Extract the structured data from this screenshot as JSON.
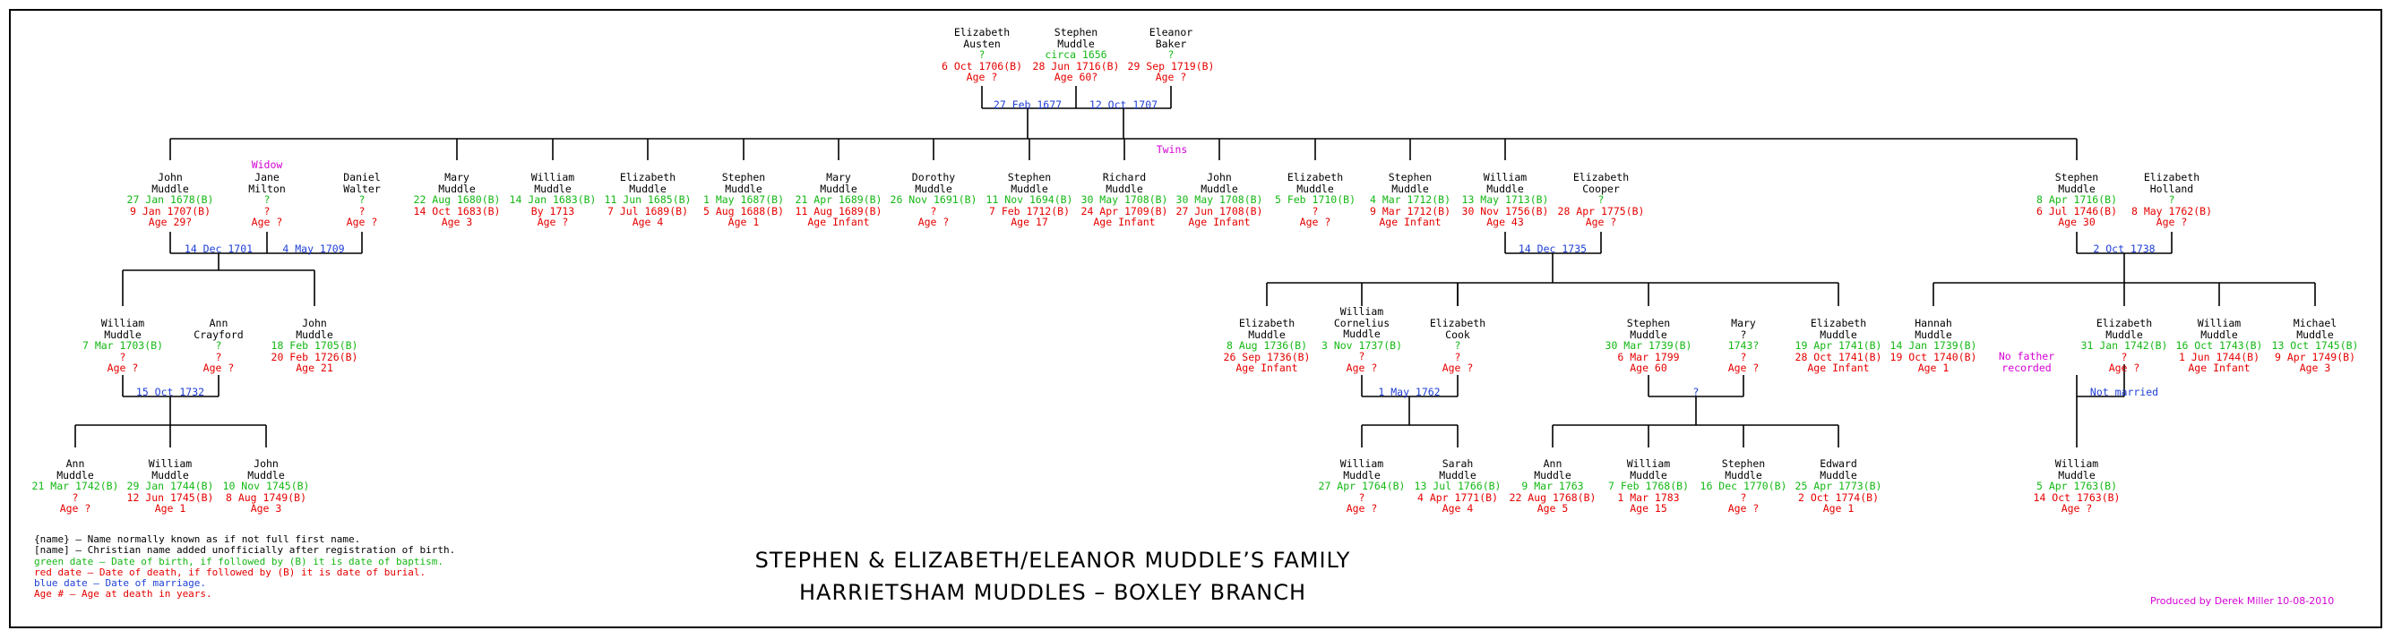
{
  "title": {
    "line1": "STEPHEN & ELIZABETH/ELEANOR MUDDLE’S FAMILY",
    "line2": "HARRIETSHAM MUDDLES – BOXLEY BRANCH"
  },
  "legend": [
    {
      "text": "{name} – Name normally known as if not full first name.",
      "color": "#000000"
    },
    {
      "text": "[name] – Christian name added unofficially after registration of birth.",
      "color": "#000000"
    },
    {
      "text": "green date – Date of birth, if followed by (B) it is date of baptism.",
      "color": "#14b814"
    },
    {
      "text": "red date – Date of death, if followed by (B) it is date of burial.",
      "color": "#e60000"
    },
    {
      "text": "blue date – Date of marriage.",
      "color": "#1f3fd6"
    },
    {
      "text": "Age # – Age at death in years.",
      "color": "#e60000"
    }
  ],
  "credit": "Produced by Derek Miller 10-08-2010",
  "annotations": {
    "twins": "Twins",
    "widow": "Widow",
    "no_father": [
      "No father",
      "recorded"
    ]
  },
  "people": [
    {
      "id": "eliz_austen",
      "names": [
        "Elizabeth",
        "Austen"
      ],
      "birth": "?",
      "death": "6 Oct 1706(B)",
      "age": "Age ?"
    },
    {
      "id": "stephen_sr",
      "names": [
        "Stephen",
        "Muddle"
      ],
      "birth": "circa 1656",
      "death": "28 Jun 1716(B)",
      "age": "Age 60?"
    },
    {
      "id": "eleanor_baker",
      "names": [
        "Eleanor",
        "Baker"
      ],
      "birth": "?",
      "death": "29 Sep 1719(B)",
      "age": "Age ?"
    },
    {
      "id": "john_1678",
      "names": [
        "John",
        "Muddle"
      ],
      "birth": "27 Jan 1678(B)",
      "death": "9 Jan 1707(B)",
      "age": "Age 29?"
    },
    {
      "id": "jane_milton",
      "names": [
        "Jane",
        "Milton"
      ],
      "birth": "?",
      "death": "?",
      "age": "Age ?"
    },
    {
      "id": "daniel_walter",
      "names": [
        "Daniel",
        "Walter"
      ],
      "birth": "?",
      "death": "?",
      "age": "Age ?"
    },
    {
      "id": "mary_1680",
      "names": [
        "Mary",
        "Muddle"
      ],
      "birth": "22 Aug 1680(B)",
      "death": "14 Oct 1683(B)",
      "age": "Age 3"
    },
    {
      "id": "william_1683",
      "names": [
        "William",
        "Muddle"
      ],
      "birth": "14 Jan 1683(B)",
      "death": "By 1713",
      "age": "Age ?"
    },
    {
      "id": "eliz_1685",
      "names": [
        "Elizabeth",
        "Muddle"
      ],
      "birth": "11 Jun 1685(B)",
      "death": "7 Jul 1689(B)",
      "age": "Age 4"
    },
    {
      "id": "stephen_1687",
      "names": [
        "Stephen",
        "Muddle"
      ],
      "birth": "1 May 1687(B)",
      "death": "5 Aug 1688(B)",
      "age": "Age 1"
    },
    {
      "id": "mary_1689",
      "names": [
        "Mary",
        "Muddle"
      ],
      "birth": "21 Apr 1689(B)",
      "death": "11 Aug 1689(B)",
      "age": "Age Infant"
    },
    {
      "id": "dorothy_1691",
      "names": [
        "Dorothy",
        "Muddle"
      ],
      "birth": "26 Nov 1691(B)",
      "death": "?",
      "age": "Age ?"
    },
    {
      "id": "stephen_1694",
      "names": [
        "Stephen",
        "Muddle"
      ],
      "birth": "11 Nov 1694(B)",
      "death": "7 Feb 1712(B)",
      "age": "Age 17"
    },
    {
      "id": "richard_1708",
      "names": [
        "Richard",
        "Muddle"
      ],
      "birth": "30 May 1708(B)",
      "death": "24 Apr 1709(B)",
      "age": "Age Infant"
    },
    {
      "id": "john_1708",
      "names": [
        "John",
        "Muddle"
      ],
      "birth": "30 May 1708(B)",
      "death": "27 Jun 1708(B)",
      "age": "Age Infant"
    },
    {
      "id": "eliz_1710",
      "names": [
        "Elizabeth",
        "Muddle"
      ],
      "birth": "5 Feb 1710(B)",
      "death": "?",
      "age": "Age ?"
    },
    {
      "id": "stephen_1712",
      "names": [
        "Stephen",
        "Muddle"
      ],
      "birth": "4 Mar 1712(B)",
      "death": "9 Mar 1712(B)",
      "age": "Age Infant"
    },
    {
      "id": "william_1713",
      "names": [
        "William",
        "Muddle"
      ],
      "birth": "13 May 1713(B)",
      "death": "30 Nov 1756(B)",
      "age": "Age 43"
    },
    {
      "id": "eliz_cooper",
      "names": [
        "Elizabeth",
        "Cooper"
      ],
      "birth": "?",
      "death": "28 Apr 1775(B)",
      "age": "Age ?"
    },
    {
      "id": "stephen_1716",
      "names": [
        "Stephen",
        "Muddle"
      ],
      "birth": "8 Apr 1716(B)",
      "death": "6 Jul 1746(B)",
      "age": "Age 30"
    },
    {
      "id": "eliz_holland",
      "names": [
        "Elizabeth",
        "Holland"
      ],
      "birth": "?",
      "death": "8 May 1762(B)",
      "age": "Age ?"
    },
    {
      "id": "william_1703",
      "names": [
        "William",
        "Muddle"
      ],
      "birth": "7 Mar 1703(B)",
      "death": "?",
      "age": "Age ?"
    },
    {
      "id": "ann_crayford",
      "names": [
        "Ann",
        "Crayford"
      ],
      "birth": "?",
      "death": "?",
      "age": "Age ?"
    },
    {
      "id": "john_1705",
      "names": [
        "John",
        "Muddle"
      ],
      "birth": "18 Feb 1705(B)",
      "death": "20 Feb 1726(B)",
      "age": "Age 21"
    },
    {
      "id": "eliz_1736",
      "names": [
        "Elizabeth",
        "Muddle"
      ],
      "birth": "8 Aug 1736(B)",
      "death": "26 Sep 1736(B)",
      "age": "Age Infant"
    },
    {
      "id": "william_c_1737",
      "names": [
        "William",
        "Cornelius",
        "Muddle"
      ],
      "birth": "3 Nov 1737(B)",
      "death": "?",
      "age": "Age ?"
    },
    {
      "id": "eliz_cook",
      "names": [
        "Elizabeth",
        "Cook"
      ],
      "birth": "?",
      "death": "?",
      "age": "Age ?"
    },
    {
      "id": "stephen_1739",
      "names": [
        "Stephen",
        "Muddle"
      ],
      "birth": "30 Mar 1739(B)",
      "death": "6 Mar 1799",
      "age": "Age 60"
    },
    {
      "id": "mary_q",
      "names": [
        "Mary",
        "?"
      ],
      "birth": "1743?",
      "death": "?",
      "age": "Age ?"
    },
    {
      "id": "eliz_1741",
      "names": [
        "Elizabeth",
        "Muddle"
      ],
      "birth": "19 Apr 1741(B)",
      "death": "28 Oct 1741(B)",
      "age": "Age Infant"
    },
    {
      "id": "hannah_1739",
      "names": [
        "Hannah",
        "Muddle"
      ],
      "birth": "14 Jan 1739(B)",
      "death": "19 Oct 1740(B)",
      "age": "Age 1"
    },
    {
      "id": "eliz_1742",
      "names": [
        "Elizabeth",
        "Muddle"
      ],
      "birth": "31 Jan 1742(B)",
      "death": "?",
      "age": "Age ?"
    },
    {
      "id": "william_1743",
      "names": [
        "William",
        "Muddle"
      ],
      "birth": "16 Oct 1743(B)",
      "death": "1 Jun 1744(B)",
      "age": "Age Infant"
    },
    {
      "id": "michael_1745",
      "names": [
        "Michael",
        "Muddle"
      ],
      "birth": "13 Oct 1745(B)",
      "death": "9 Apr 1749(B)",
      "age": "Age 3"
    },
    {
      "id": "ann_1742",
      "names": [
        "Ann",
        "Muddle"
      ],
      "birth": "21 Mar 1742(B)",
      "death": "?",
      "age": "Age ?"
    },
    {
      "id": "william_1744",
      "names": [
        "William",
        "Muddle"
      ],
      "birth": "29 Jan 1744(B)",
      "death": "12 Jun 1745(B)",
      "age": "Age 1"
    },
    {
      "id": "john_1745",
      "names": [
        "John",
        "Muddle"
      ],
      "birth": "10 Nov 1745(B)",
      "death": "8 Aug 1749(B)",
      "age": "Age 3"
    },
    {
      "id": "william_1764",
      "names": [
        "William",
        "Muddle"
      ],
      "birth": "27 Apr 1764(B)",
      "death": "?",
      "age": "Age ?"
    },
    {
      "id": "sarah_1766",
      "names": [
        "Sarah",
        "Muddle"
      ],
      "birth": "13 Jul 1766(B)",
      "death": "4 Apr 1771(B)",
      "age": "Age 4"
    },
    {
      "id": "ann_1763",
      "names": [
        "Ann",
        "Muddle"
      ],
      "birth": "9 Mar 1763",
      "death": "22 Aug 1768(B)",
      "age": "Age 5"
    },
    {
      "id": "william_1768",
      "names": [
        "William",
        "Muddle"
      ],
      "birth": "7 Feb 1768(B)",
      "death": "1 Mar 1783",
      "age": "Age 15"
    },
    {
      "id": "stephen_1770",
      "names": [
        "Stephen",
        "Muddle"
      ],
      "birth": "16 Dec 1770(B)",
      "death": "?",
      "age": "Age ?"
    },
    {
      "id": "edward_1773",
      "names": [
        "Edward",
        "Muddle"
      ],
      "birth": "25 Apr 1773(B)",
      "death": "2 Oct 1774(B)",
      "age": "Age 1"
    },
    {
      "id": "william_1763",
      "names": [
        "William",
        "Muddle"
      ],
      "birth": "5 Apr 1763(B)",
      "death": "14 Oct 1763(B)",
      "age": "Age ?"
    }
  ],
  "marriages": [
    {
      "id": "m_austen",
      "date": "27 Feb 1677"
    },
    {
      "id": "m_baker",
      "date": "12 Oct 1707"
    },
    {
      "id": "m_milton",
      "date": "14 Dec 1701"
    },
    {
      "id": "m_walter",
      "date": "4 May 1709"
    },
    {
      "id": "m_cooper",
      "date": "14 Dec 1735"
    },
    {
      "id": "m_holland",
      "date": "2 Oct 1738"
    },
    {
      "id": "m_crayford",
      "date": "15 Oct 1732"
    },
    {
      "id": "m_cook",
      "date": "1 May 1762"
    },
    {
      "id": "m_mary",
      "date": "?"
    },
    {
      "id": "m_eliz1742",
      "date": "Not married"
    }
  ]
}
